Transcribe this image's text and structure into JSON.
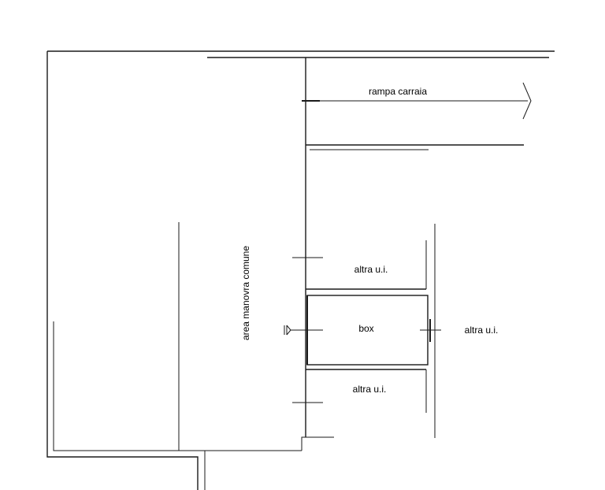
{
  "labels": {
    "ramp": "rampa carraia",
    "maneuver": "area manovra comune",
    "unit_top": "altra u.i.",
    "box": "box",
    "unit_right": "altra u.i.",
    "unit_bottom": "altra u.i."
  },
  "colors": {
    "ink": "#1a1a1a",
    "background": "#ffffff"
  }
}
